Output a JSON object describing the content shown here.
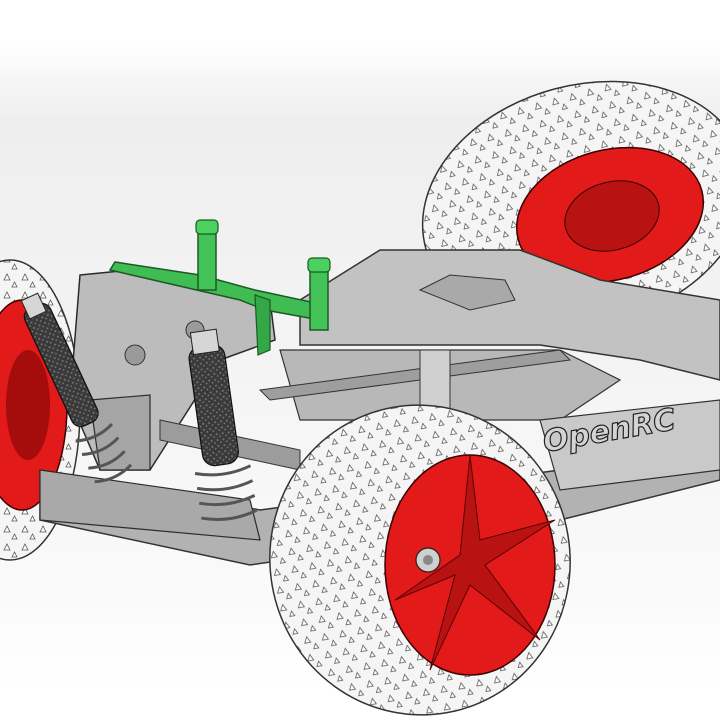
{
  "scene": {
    "description_free": true,
    "chassis_logo_text": "OpenRC",
    "colors": {
      "background_top": "#ffffff",
      "background_mid": "#eeeeee",
      "chassis_gray": "#b9b9b9",
      "chassis_shadow": "#8e8e8e",
      "tire_white": "#f3f3f3",
      "wheel_red": "#e21a1a",
      "wheel_red_dark": "#a50d0d",
      "body_mount_green": "#38b54a",
      "outline": "#2b2b2b"
    },
    "icons": [
      "body-mount-post",
      "shock-absorber",
      "spring",
      "wheel-hub-nut"
    ]
  }
}
